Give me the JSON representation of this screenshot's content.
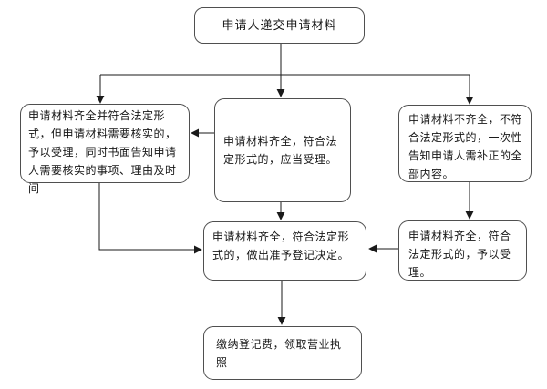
{
  "nodes": {
    "submit": {
      "text": "申请人递交申请材料"
    },
    "verify": {
      "text": "申请材料齐全并符合法定形式，但申请材料需要核实的，予以受理，同时书面告知申请人需要核实的事项、理由及时间"
    },
    "should": {
      "text": "申请材料齐全，符合法定形式的，应当受理。"
    },
    "incomplete": {
      "text": "申请材料不齐全，不符合法定形式的，一次性告知申请人需补正的全部内容。"
    },
    "decision": {
      "text": "申请材料齐全，符合法定形式的，做出准予登记决定。"
    },
    "grant": {
      "text": "申请材料齐全，符合法定形式的，予以受理。"
    },
    "license": {
      "text": "缴纳登记费，领取营业执照"
    }
  },
  "edges": [
    {
      "from": "submit",
      "to": "verify"
    },
    {
      "from": "submit",
      "to": "should"
    },
    {
      "from": "submit",
      "to": "incomplete"
    },
    {
      "from": "should",
      "to": "verify"
    },
    {
      "from": "verify",
      "to": "decision"
    },
    {
      "from": "should",
      "to": "decision"
    },
    {
      "from": "incomplete",
      "to": "grant"
    },
    {
      "from": "grant",
      "to": "decision"
    },
    {
      "from": "decision",
      "to": "license"
    }
  ],
  "colors": {
    "background": "#ffffff",
    "node_border": "#4f4f4f",
    "connector": "#1a1a1a",
    "text": "#161616"
  }
}
